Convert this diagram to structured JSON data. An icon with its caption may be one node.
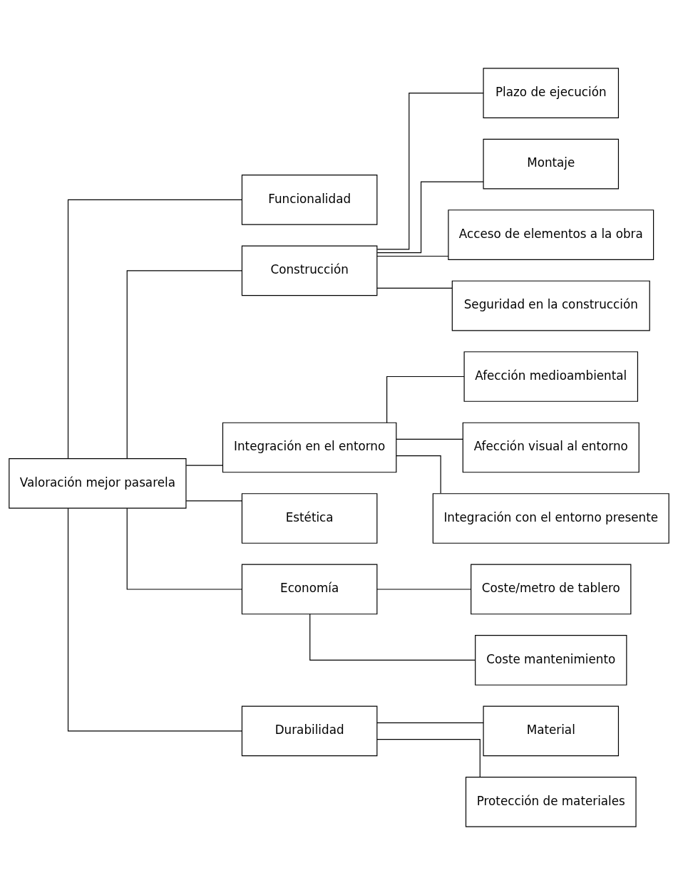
{
  "diagram": {
    "nodes": [
      {
        "text": [
          "Valoración mejor pasarela"
        ]
      },
      {
        "text": [
          "Funcionalidad"
        ]
      },
      {
        "text": [
          "Construcción"
        ]
      },
      {
        "text": [
          "Plazo de ejecución"
        ]
      },
      {
        "text": [
          "Montaje"
        ]
      },
      {
        "text": [
          "Acceso de elementos a la obra"
        ]
      },
      {
        "text": [
          "Seguridad en la construcción"
        ]
      },
      {
        "text": [
          "Integración en el entorno"
        ]
      },
      {
        "text": [
          "Afección medioambiental"
        ]
      },
      {
        "text": [
          "Afección visual al entorno"
        ]
      },
      {
        "text": [
          "Integración con el entorno presente"
        ]
      },
      {
        "text": [
          "Estética"
        ]
      },
      {
        "text": [
          "Economía"
        ]
      },
      {
        "text": [
          "Coste/metro de tablero"
        ]
      },
      {
        "text": [
          "Coste mantenimiento"
        ]
      },
      {
        "text": [
          "Durabilidad"
        ]
      },
      {
        "text": [
          "Material"
        ]
      },
      {
        "text": [
          "Protección de materiales"
        ]
      }
    ],
    "edges": [
      {
        "from": 0,
        "to": 1,
        "arrow": "none"
      },
      {
        "from": 0,
        "to": 2,
        "arrow": "none"
      },
      {
        "from": 0,
        "to": 7,
        "arrow": "none"
      },
      {
        "from": 0,
        "to": 11,
        "arrow": "none"
      },
      {
        "from": 0,
        "to": 12,
        "arrow": "none"
      },
      {
        "from": 0,
        "to": 15,
        "arrow": "none"
      },
      {
        "from": 2,
        "to": 3,
        "arrow": "none"
      },
      {
        "from": 2,
        "to": 4,
        "arrow": "none"
      },
      {
        "from": 2,
        "to": 5,
        "arrow": "none"
      },
      {
        "from": 2,
        "to": 6,
        "arrow": "none"
      },
      {
        "from": 7,
        "to": 8,
        "arrow": "none"
      },
      {
        "from": 7,
        "to": 9,
        "arrow": "none"
      },
      {
        "from": 7,
        "to": 10,
        "arrow": "none"
      },
      {
        "from": 12,
        "to": 13,
        "arrow": "none"
      },
      {
        "from": 12,
        "to": 14,
        "arrow": "none"
      },
      {
        "from": 15,
        "to": 16,
        "arrow": "none"
      },
      {
        "from": 15,
        "to": 17,
        "arrow": "none"
      }
    ]
  }
}
